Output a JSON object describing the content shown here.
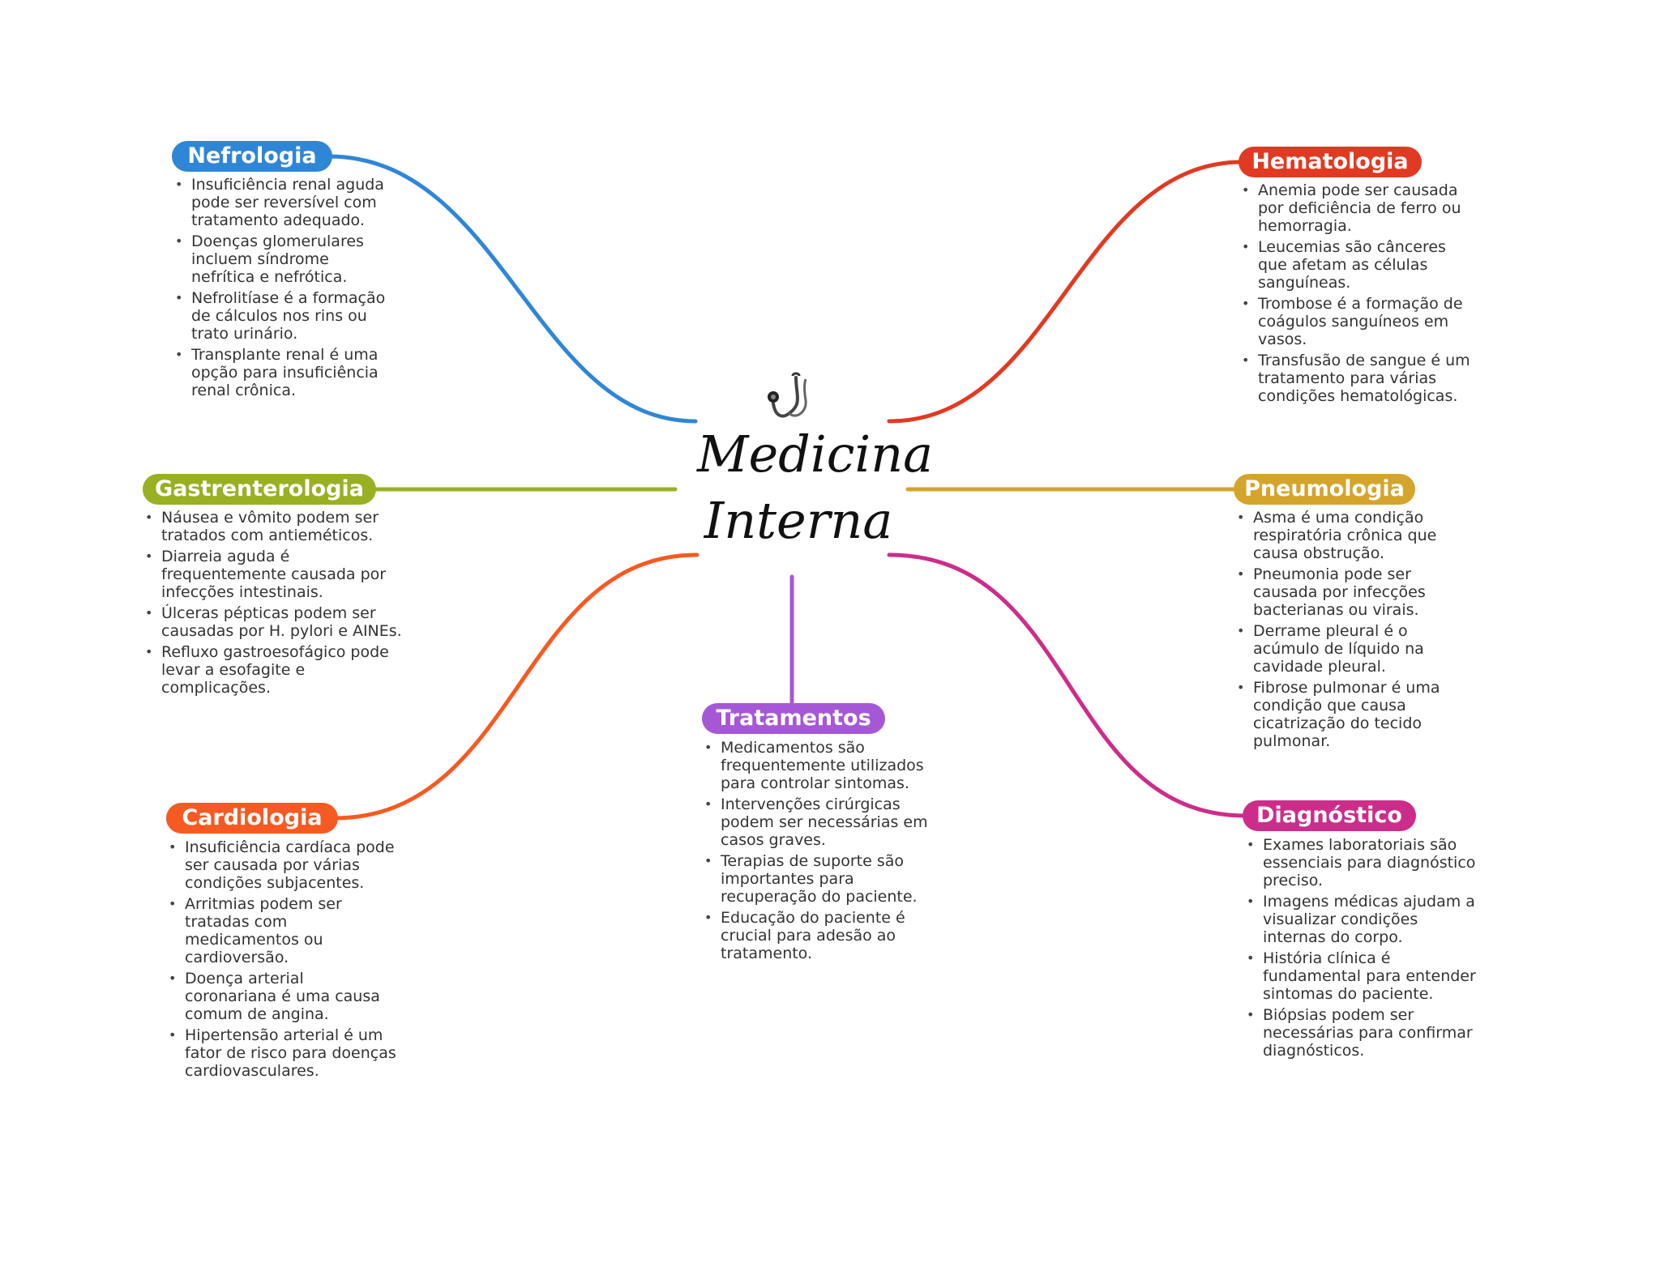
{
  "center": {
    "title_line1": "Medicina",
    "title_line2": "Interna",
    "icon": "stethoscope-icon"
  },
  "branches": {
    "nefrologia": {
      "title": "Nefrologia",
      "color": "#2f86d6",
      "items": [
        "Insuficiência renal aguda pode ser reversível com tratamento adequado.",
        "Doenças glomerulares incluem síndrome nefrítica e nefrótica.",
        "Nefrolitíase é a formação de cálculos nos rins ou trato urinário.",
        "Transplante renal é uma opção para insuficiência renal crônica."
      ]
    },
    "gastrenterologia": {
      "title": "Gastrenterologia",
      "color": "#98b022",
      "items": [
        "Náusea e vômito podem ser tratados com antieméticos.",
        "Diarreia aguda é frequentemente causada por infecções intestinais.",
        "Úlceras pépticas podem ser causadas por H. pylori e AINEs.",
        "Refluxo gastroesofágico pode levar a esofagite e complicações."
      ]
    },
    "cardiologia": {
      "title": "Cardiologia",
      "color": "#f55a22",
      "items": [
        "Insuficiência cardíaca pode ser causada por várias condições subjacentes.",
        "Arritmias podem ser tratadas com medicamentos ou cardioversão.",
        "Doença arterial coronariana é uma causa comum de angina.",
        "Hipertensão arterial é um fator de risco para doenças cardiovasculares."
      ]
    },
    "tratamentos": {
      "title": "Tratamentos",
      "color": "#a657d6",
      "items": [
        "Medicamentos são frequentemente utilizados para controlar sintomas.",
        "Intervenções cirúrgicas podem ser necessárias em casos graves.",
        "Terapias de suporte são importantes para recuperação do paciente.",
        "Educação do paciente é crucial para adesão ao tratamento."
      ]
    },
    "hematologia": {
      "title": "Hematologia",
      "color": "#e13a22",
      "items": [
        "Anemia pode ser causada por deficiência de ferro ou hemorragia.",
        "Leucemias são cânceres que afetam as células sanguíneas.",
        "Trombose é a formação de coágulos sanguíneos em vasos.",
        "Transfusão de sangue é um tratamento para várias condições hematológicas."
      ]
    },
    "pneumologia": {
      "title": "Pneumologia",
      "color": "#d4a42c",
      "items": [
        "Asma é uma condição respiratória crônica que causa obstrução.",
        "Pneumonia pode ser causada por infecções bacterianas ou virais.",
        "Derrame pleural é o acúmulo de líquido na cavidade pleural.",
        "Fibrose pulmonar é uma condição que causa cicatrização do tecido pulmonar."
      ]
    },
    "diagnostico": {
      "title": "Diagnóstico",
      "color": "#cc2d8a",
      "items": [
        "Exames laboratoriais são essenciais para diagnóstico preciso.",
        "Imagens médicas ajudam a visualizar condições internas do corpo.",
        "História clínica é fundamental para entender sintomas do paciente.",
        "Biópsias podem ser necessárias para confirmar diagnósticos."
      ]
    }
  }
}
